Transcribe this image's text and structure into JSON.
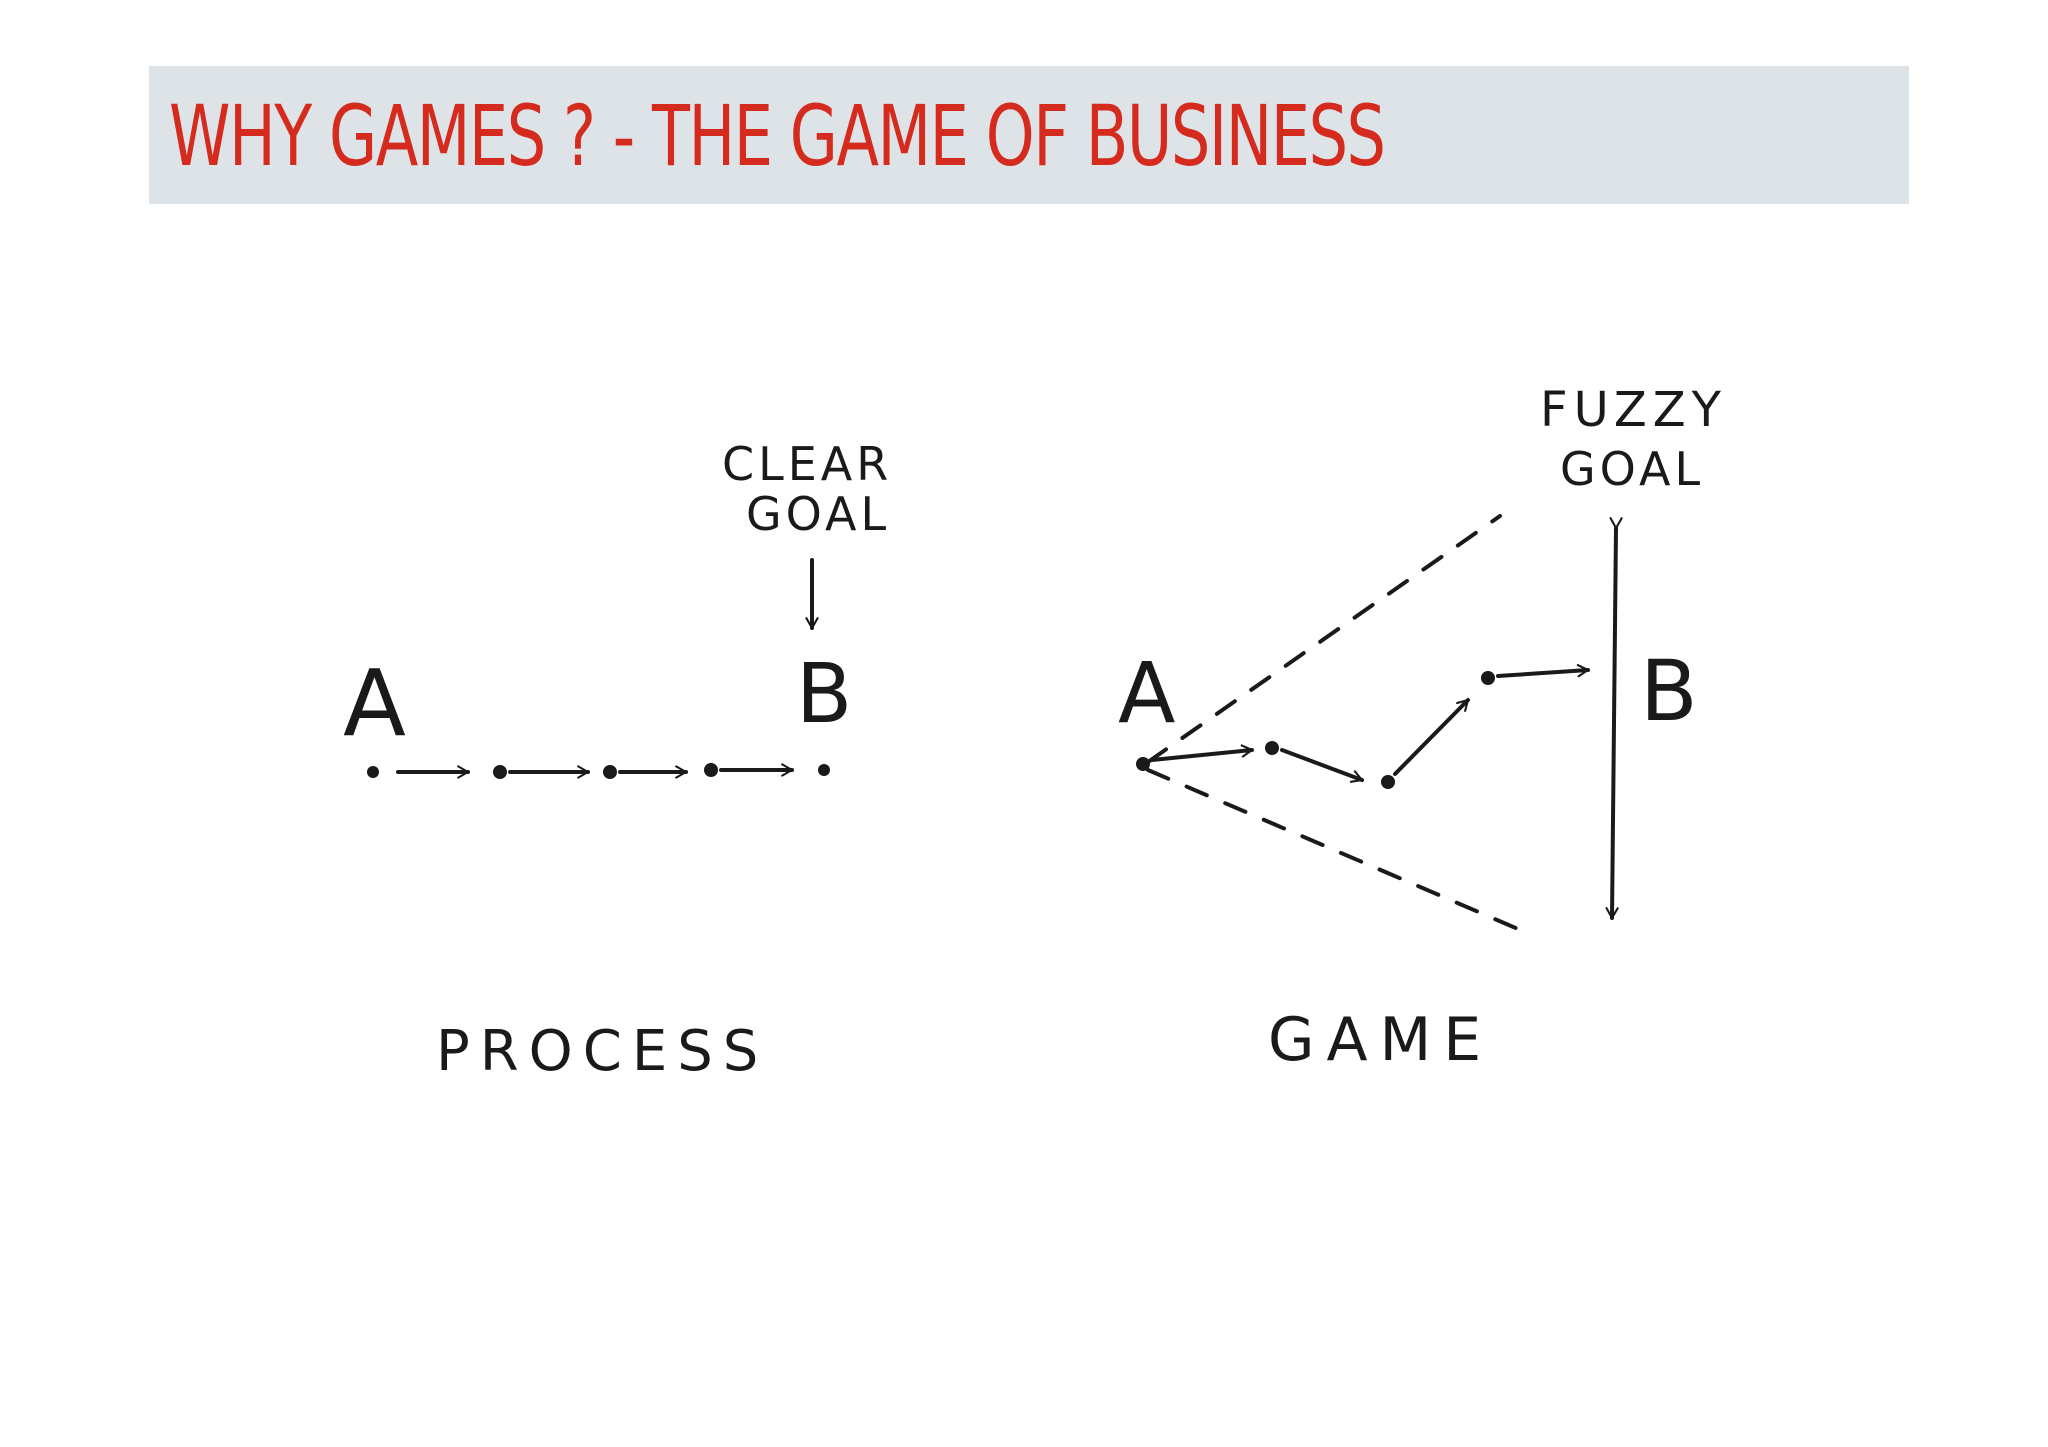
{
  "slide": {
    "title": "WHY GAMES ? - THE GAME OF BUSINESS"
  },
  "process": {
    "start_label": "A",
    "end_label": "B",
    "goal_line1": "CLEAR",
    "goal_line2": "GOAL",
    "caption": "PROCESS"
  },
  "game": {
    "start_label": "A",
    "end_label": "B",
    "goal_line1": "FUZZY",
    "goal_line2": "GOAL",
    "caption": "GAME"
  },
  "colors": {
    "title_text": "#d52b1e",
    "title_bar": "#dde3e7",
    "ink": "#1a1a1a"
  }
}
